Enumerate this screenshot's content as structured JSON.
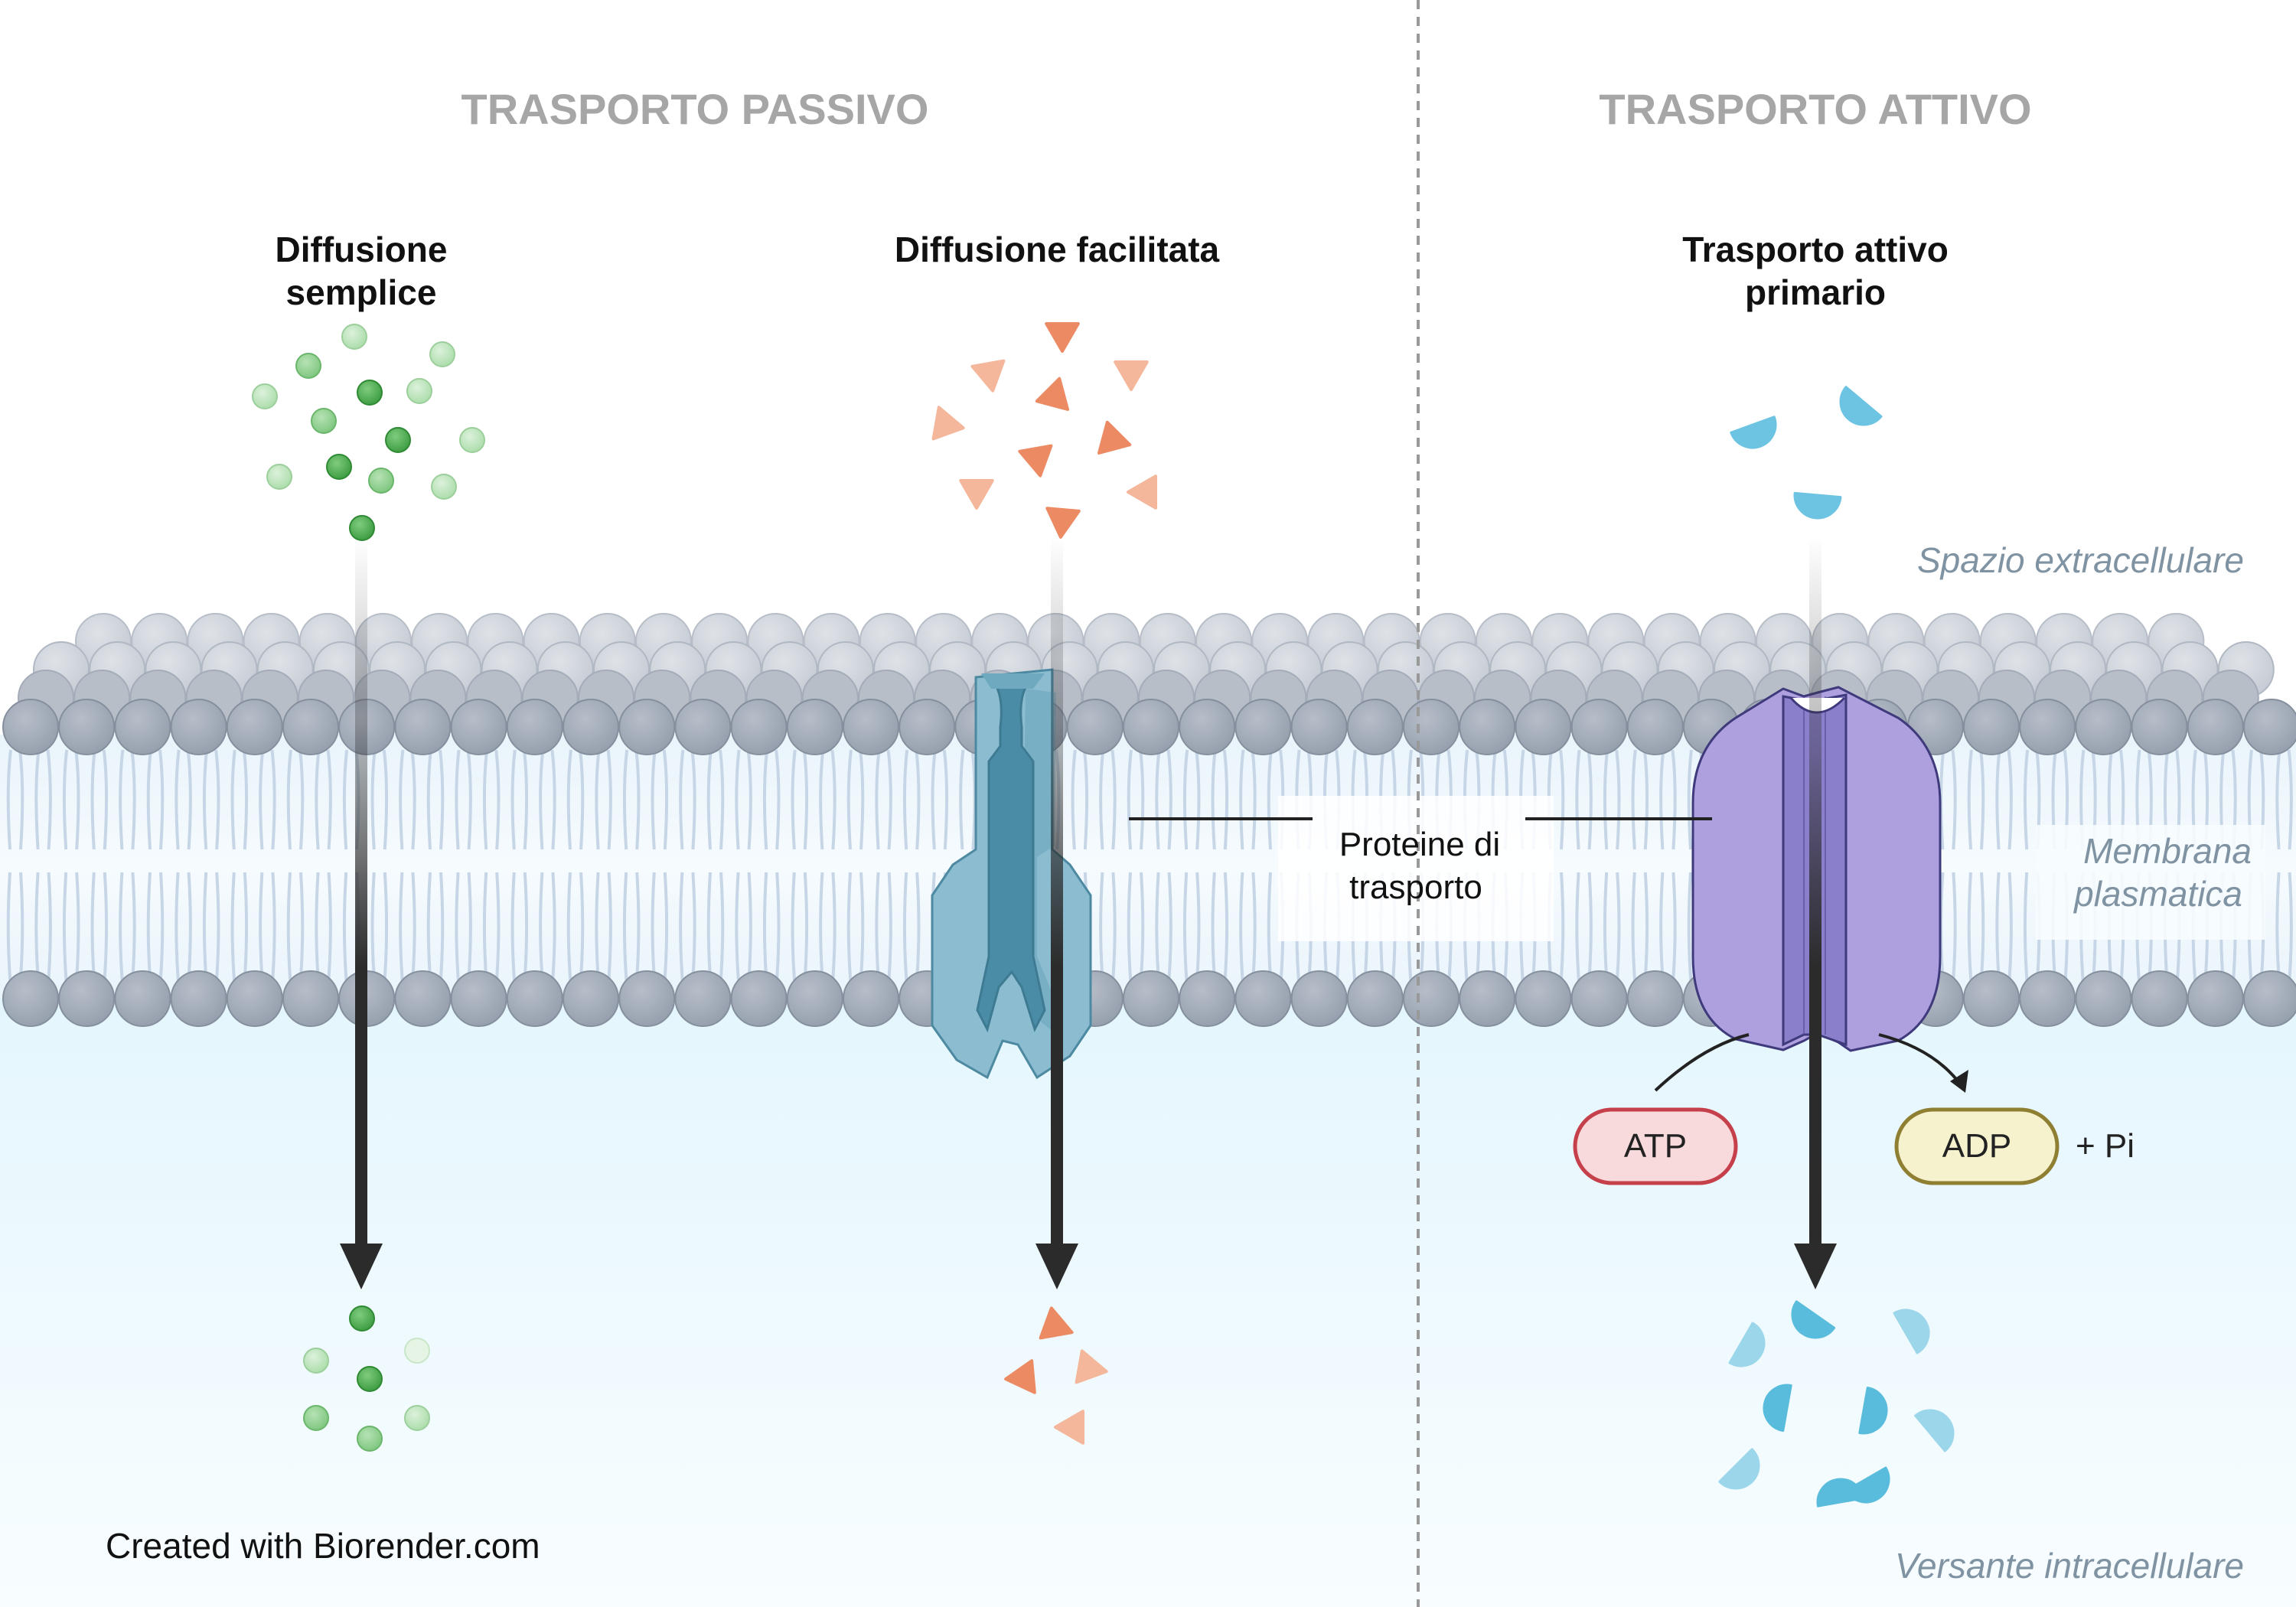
{
  "sections": {
    "passive_title": "TRASPORTO PASSIVO",
    "active_title": "TRASPORTO ATTIVO"
  },
  "mechanisms": {
    "simple_line1": "Diffusione",
    "simple_line2": "semplice",
    "facilitated": "Diffusione facilitata",
    "primary_line1": "Trasporto attivo",
    "primary_line2": "primario"
  },
  "labels": {
    "extracellular": "Spazio extracellulare",
    "membrane_line1": "Membrana",
    "membrane_line2": "plasmatica",
    "intracellular": "Versante intracellulare",
    "proteins_line1": "Proteine di",
    "proteins_line2": "trasporto"
  },
  "energy": {
    "atp": "ATP",
    "adp": "ADP",
    "pi": "+ Pi"
  },
  "credit": "Created with Biorender.com",
  "colors": {
    "heading_gray": "#a6a6a6",
    "italic_label": "#7f93a3",
    "membrane_head": "#9ba5b2",
    "channel_protein": "#8bbcd0",
    "pump_protein": "#ae9fde",
    "green_molecule": "#4aa64e",
    "orange_molecule": "#ec8a63",
    "blue_molecule": "#59bcdc",
    "atp_fill": "#f8d9dc",
    "atp_stroke": "#c5404b",
    "adp_fill": "#f5f2cd",
    "adp_stroke": "#8f7f33"
  }
}
